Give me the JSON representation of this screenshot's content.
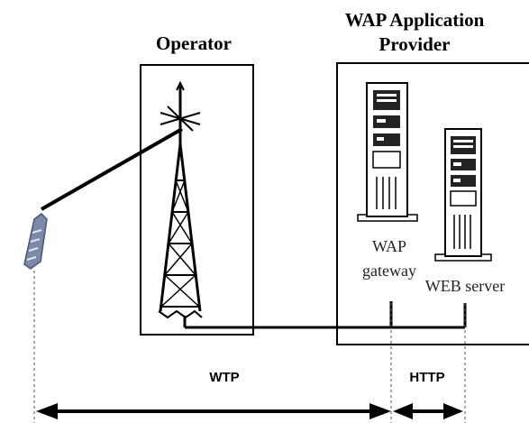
{
  "labels": {
    "operator": "Operator",
    "provider_line1": "WAP Application",
    "provider_line2": "Provider",
    "wap_gateway_line1": "WAP",
    "wap_gateway_line2": "gateway",
    "web_server": "WEB server",
    "wtp": "WTP",
    "http": "HTTP"
  },
  "icons": {
    "phone": "mobile-phone-icon",
    "tower": "antenna-tower-icon",
    "gateway": "server-tower-icon",
    "server": "server-tower-icon"
  }
}
